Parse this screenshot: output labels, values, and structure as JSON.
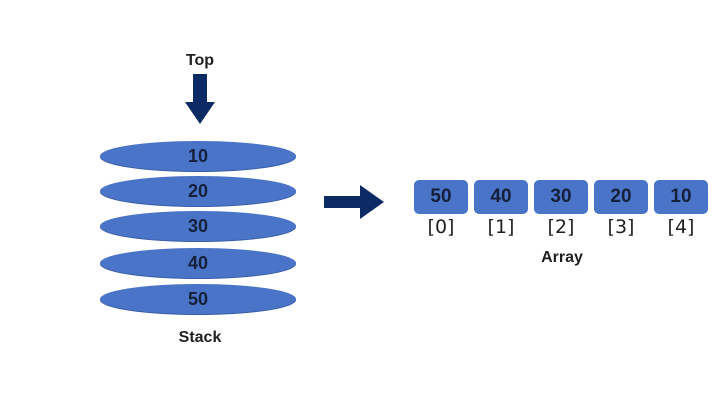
{
  "top_label": "Top",
  "stack_label": "Stack",
  "array_label": "Array",
  "stack_items": [
    "10",
    "20",
    "30",
    "40",
    "50"
  ],
  "array_items": [
    "50",
    "40",
    "30",
    "20",
    "10"
  ],
  "array_indices": [
    "[0]",
    "[1]",
    "[2]",
    "[3]",
    "[4]"
  ],
  "colors": {
    "fill": "#4a74c7",
    "arrow": "#0c2a63",
    "text": "#15203a"
  },
  "icons": {
    "top_pointer": "down-arrow-icon",
    "transform": "right-arrow-icon"
  }
}
